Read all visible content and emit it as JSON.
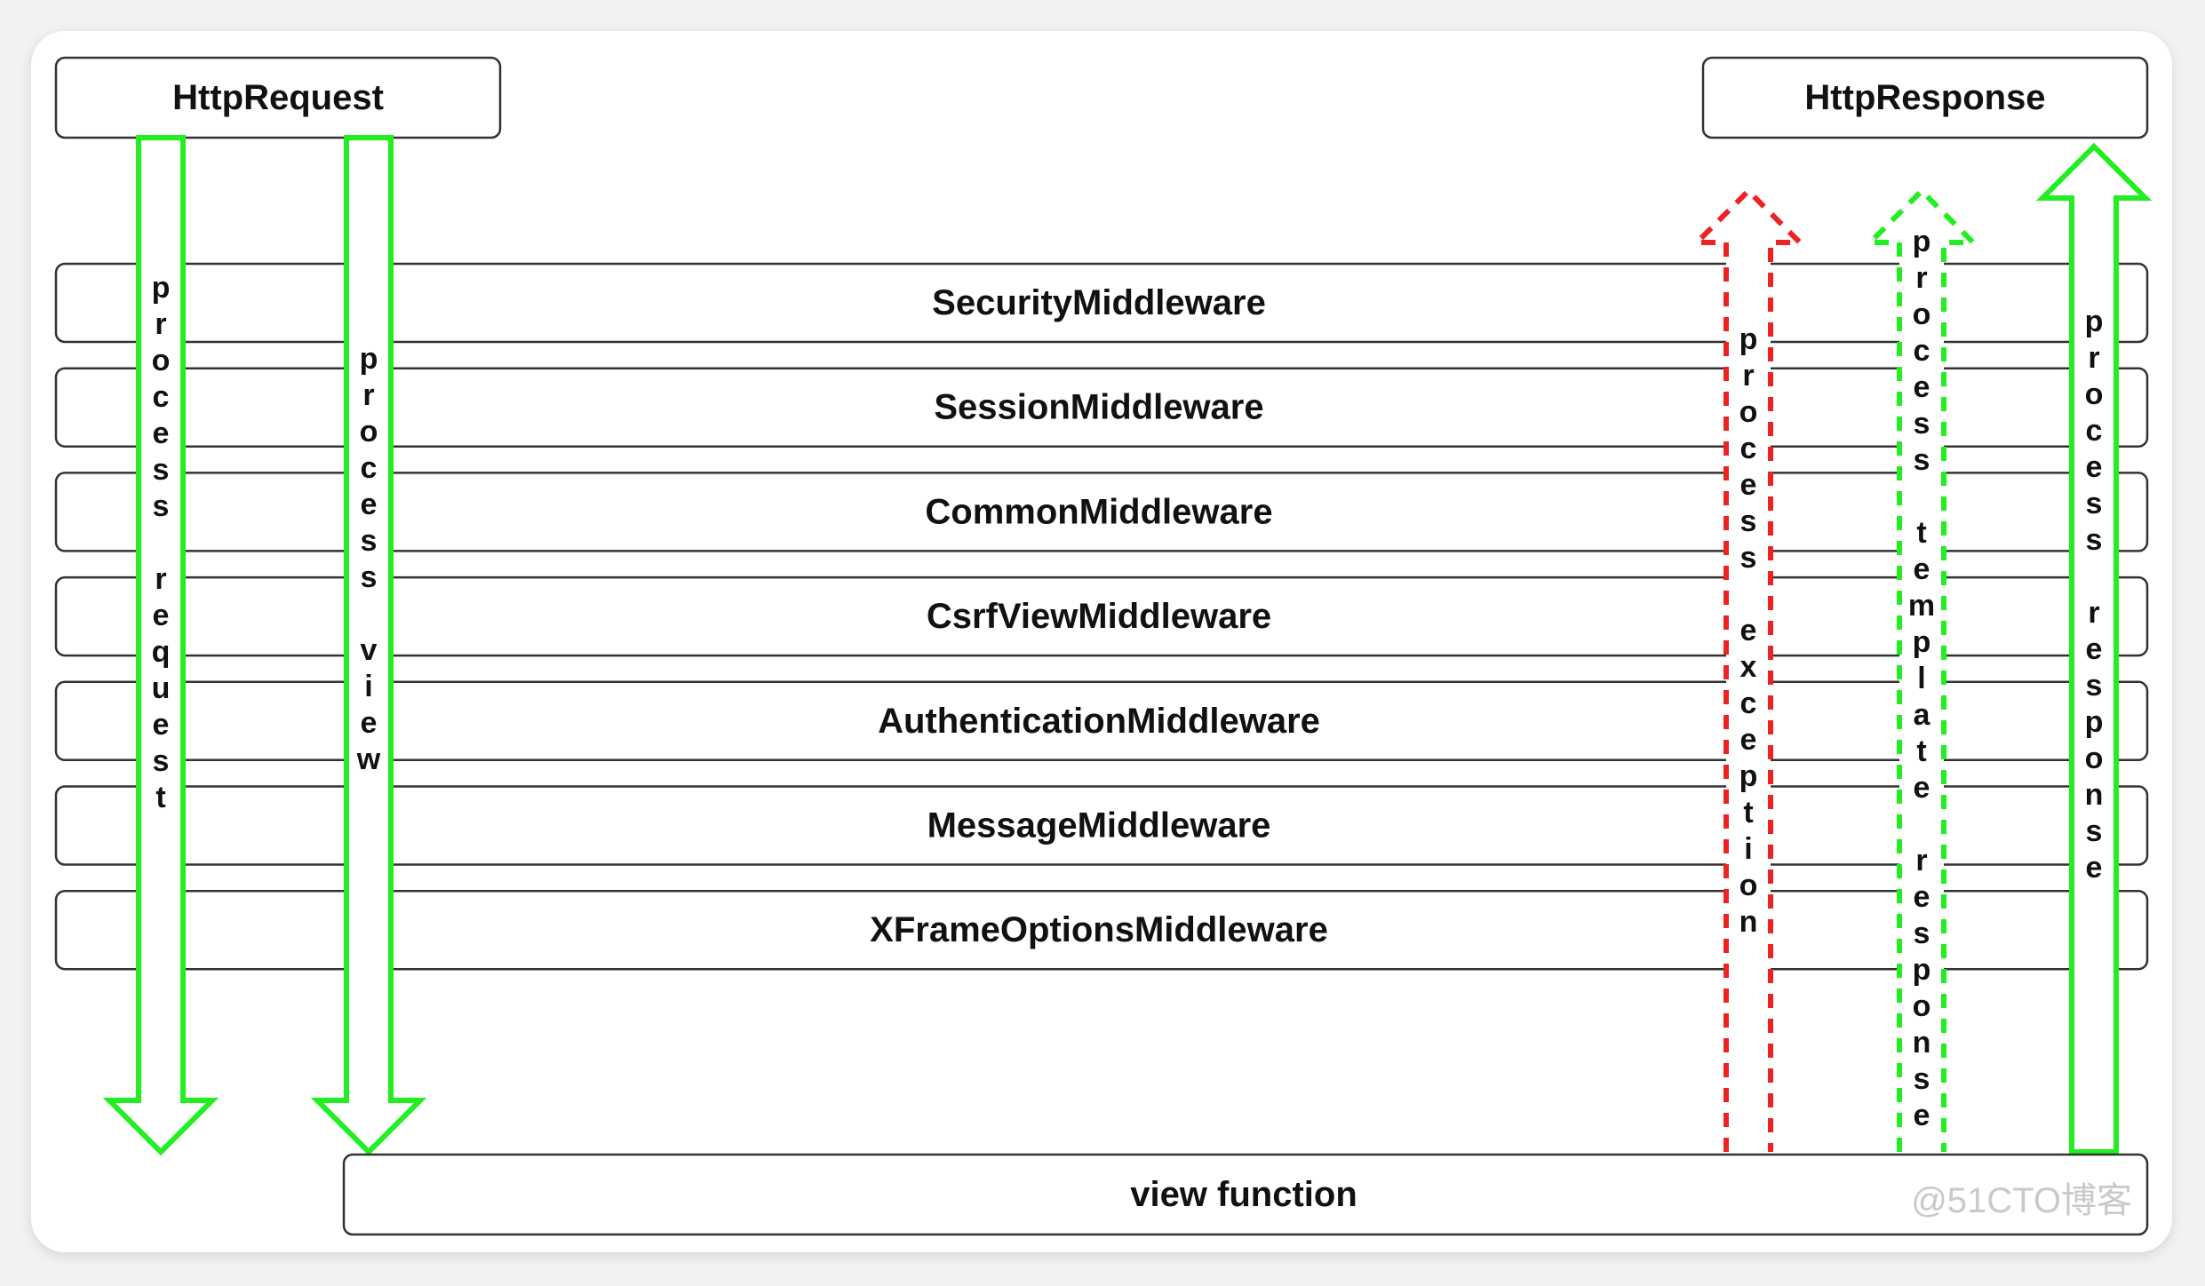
{
  "diagram": {
    "request_box": "HttpRequest",
    "response_box": "HttpResponse",
    "middlewares": [
      "SecurityMiddleware",
      "SessionMiddleware",
      "CommonMiddleware",
      "CsrfViewMiddleware",
      "AuthenticationMiddleware",
      "MessageMiddleware",
      "XFrameOptionsMiddleware"
    ],
    "view_box": "view function",
    "arrows": [
      {
        "label": "process request",
        "direction": "down",
        "style": "solid",
        "color": "#22ee22"
      },
      {
        "label": "process view",
        "direction": "down",
        "style": "solid",
        "color": "#22ee22"
      },
      {
        "label": "process exception",
        "direction": "up",
        "style": "dashed",
        "color": "#ee2222"
      },
      {
        "label": "process template response",
        "direction": "up",
        "style": "dashed",
        "color": "#22ee22"
      },
      {
        "label": "process response",
        "direction": "up",
        "style": "solid",
        "color": "#22ee22"
      }
    ],
    "watermark": "@51CTO博客"
  }
}
